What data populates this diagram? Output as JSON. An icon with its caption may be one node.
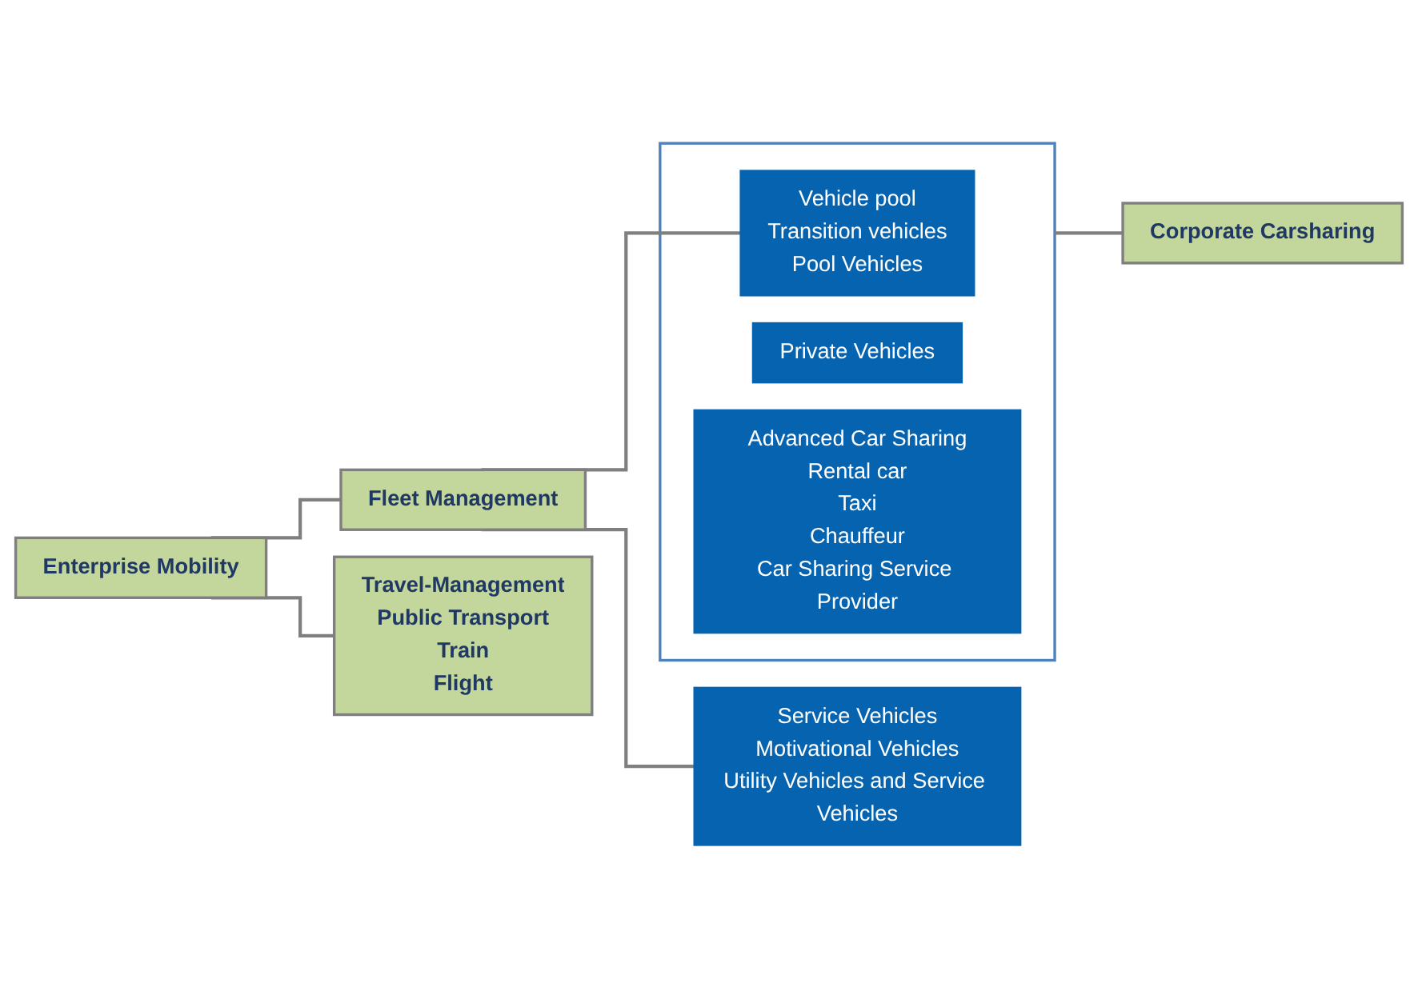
{
  "diagram": {
    "nodes": [
      {
        "text": [
          "Enterprise Mobility"
        ]
      },
      {
        "text": [
          "Fleet Management"
        ]
      },
      {
        "text": [
          "Travel-Management",
          "Public Transport",
          "Train",
          "Flight"
        ]
      },
      {
        "text": [
          "Service Vehicles",
          "Motivational Vehicles",
          "Utility Vehicles and Service Vehicles"
        ]
      },
      {
        "text": [],
        "shape": "box"
      },
      {
        "text": [
          "Vehicle pool",
          "Transition vehicles",
          "Pool Vehicles"
        ],
        "in": 4
      },
      {
        "text": [
          "Private Vehicles"
        ],
        "in": 4
      },
      {
        "text": [
          "Advanced Car Sharing",
          "Rental car",
          "Taxi",
          "Chauffeur",
          "Car Sharing Service Provider"
        ],
        "in": 4
      },
      {
        "text": [
          "Corporate Carsharing"
        ]
      }
    ],
    "edges": [
      {
        "from": 0,
        "to": 1,
        "arrow": "none"
      },
      {
        "from": 0,
        "to": 2,
        "arrow": "none"
      },
      {
        "from": 1,
        "to": 3,
        "arrow": "none"
      },
      {
        "from": 1,
        "to": 5,
        "arrow": "none"
      },
      {
        "from": 4,
        "to": 8,
        "arrow": "none"
      }
    ]
  }
}
